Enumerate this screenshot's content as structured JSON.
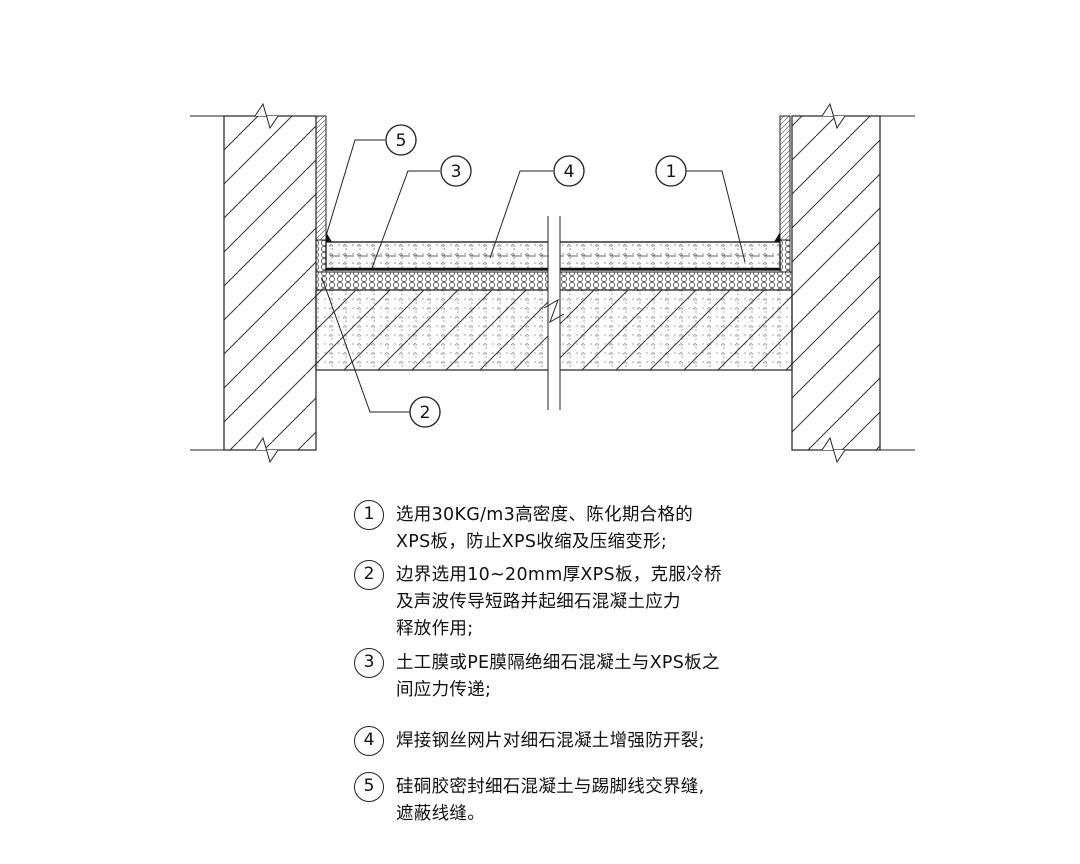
{
  "callouts": [
    "1",
    "2",
    "3",
    "4",
    "5"
  ],
  "notes": [
    {
      "num": "1",
      "lines": [
        "选用30KG/m3高密度、陈化期合格的",
        "XPS板，防止XPS收缩及压缩变形;"
      ]
    },
    {
      "num": "2",
      "lines": [
        "边界选用10~20mm厚XPS板，克服冷桥",
        "及声波传导短路并起细石混凝土应力",
        "释放作用;"
      ]
    },
    {
      "num": "3",
      "lines": [
        "土工膜或PE膜隔绝细石混凝土与XPS板之",
        "间应力传递;"
      ]
    },
    {
      "num": "4",
      "lines": [
        "焊接钢丝网片对细石混凝土增强防开裂;"
      ]
    },
    {
      "num": "5",
      "lines": [
        "硅硐胶密封细石混凝土与踢脚线交界缝,",
        "遮蔽线缝。"
      ]
    }
  ]
}
